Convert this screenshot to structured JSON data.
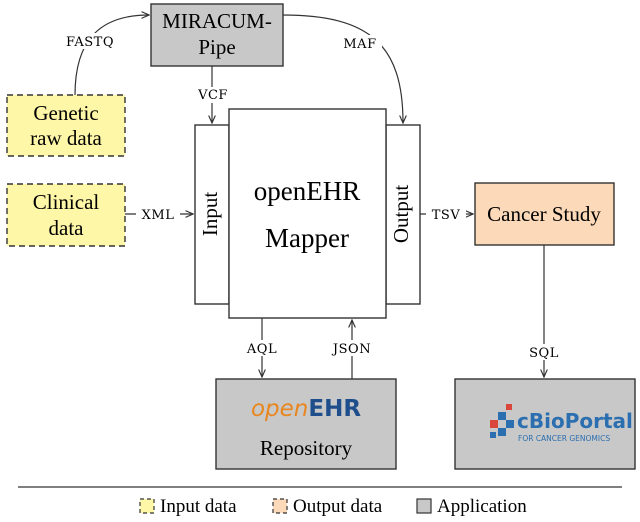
{
  "nodes": {
    "miracum": {
      "line1": "MIRACUM-",
      "line2": "Pipe"
    },
    "genetic": {
      "line1": "Genetic",
      "line2": "raw data"
    },
    "clinical": {
      "line1": "Clinical",
      "line2": "data"
    },
    "mapper": {
      "line1": "openEHR",
      "line2": "Mapper",
      "input_label": "Input",
      "output_label": "Output"
    },
    "cancer_study": {
      "label": "Cancer Study"
    },
    "repository": {
      "logo_open": "open",
      "logo_ehr": "EHR",
      "label": "Repository"
    },
    "cbioportal": {
      "logo_main": "cBioPortal",
      "logo_sub": "FOR CANCER GENOMICS"
    }
  },
  "edges": {
    "fastq": "FASTQ",
    "maf": "MAF",
    "vcf": "VCF",
    "xml": "XML",
    "tsv": "TSV",
    "aql": "AQL",
    "json": "JSON",
    "sql": "SQL"
  },
  "legend": {
    "input": "Input data",
    "output": "Output data",
    "application": "Application"
  },
  "colors": {
    "input_fill": "#fff7a8",
    "output_fill": "#fcd9b8",
    "app_fill": "#c8c8c8",
    "stroke": "#333333",
    "openehr_orange": "#e8861f",
    "openehr_blue": "#1f4e8c",
    "cbio_blue": "#2c6fb0",
    "cbio_red": "#d9463c"
  }
}
